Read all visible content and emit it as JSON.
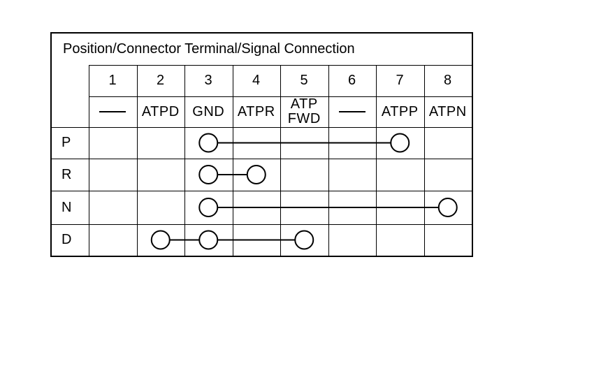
{
  "table": {
    "title": "Position/Connector Terminal/Signal Connection",
    "terminals": [
      {
        "number": "1",
        "signal": "—"
      },
      {
        "number": "2",
        "signal": "ATPD"
      },
      {
        "number": "3",
        "signal": "GND"
      },
      {
        "number": "4",
        "signal": "ATPR"
      },
      {
        "number": "5",
        "signal": "ATP FWD"
      },
      {
        "number": "6",
        "signal": "—"
      },
      {
        "number": "7",
        "signal": "ATPP"
      },
      {
        "number": "8",
        "signal": "ATPN"
      }
    ],
    "rows": [
      {
        "position": "P",
        "connected_terminals": [
          3,
          7
        ]
      },
      {
        "position": "R",
        "connected_terminals": [
          3,
          4
        ]
      },
      {
        "position": "N",
        "connected_terminals": [
          3,
          8
        ]
      },
      {
        "position": "D",
        "connected_terminals": [
          2,
          3,
          5
        ]
      }
    ]
  },
  "colors": {
    "line": "#000000",
    "text": "#000000",
    "background": "#ffffff"
  }
}
